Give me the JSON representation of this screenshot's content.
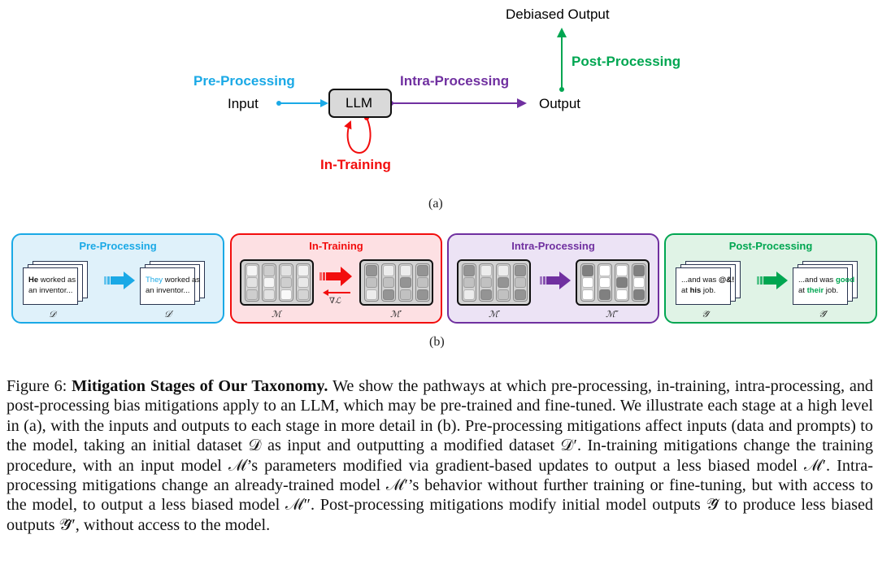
{
  "diagram_a": {
    "label": "(a)",
    "nodes": {
      "input": "Input",
      "llm": "LLM",
      "output": "Output",
      "debiased_output": "Debiased Output"
    },
    "stages": {
      "pre_processing": {
        "label": "Pre-Processing",
        "color": "#1aa9e6"
      },
      "in_training": {
        "label": "In-Training",
        "color": "#f20d0d"
      },
      "intra_processing": {
        "label": "Intra-Processing",
        "color": "#7030a0"
      },
      "post_processing": {
        "label": "Post-Processing",
        "color": "#00a651"
      }
    }
  },
  "diagram_b": {
    "label": "(b)",
    "panels": [
      {
        "title": "Pre-Processing",
        "title_color": "#1aa9e6",
        "bg": "#dff1fa",
        "border": "#1aa9e6",
        "input_doc": {
          "lead": "He",
          "rest_line1": " worked as",
          "line2": "an inventor..."
        },
        "output_doc": {
          "lead": "They",
          "rest_line1": " worked as",
          "line2": "an inventor..."
        },
        "input_symbol": "𝒟",
        "output_symbol": "𝒟′"
      },
      {
        "title": "In-Training",
        "title_color": "#f20d0d",
        "bg": "#fde0e3",
        "border": "#f20d0d",
        "input_symbol": "ℳ",
        "output_symbol": "ℳ′",
        "gradient_symbol": "∇ℒ",
        "input_matrix": [
          [
            0.95,
            0.75,
            0.85,
            0.93
          ],
          [
            0.85,
            0.95,
            0.75,
            0.88
          ],
          [
            0.75,
            0.85,
            0.97,
            0.78
          ]
        ],
        "output_matrix": [
          [
            0.45,
            0.9,
            0.9,
            0.45
          ],
          [
            0.68,
            0.68,
            0.45,
            0.68
          ],
          [
            0.9,
            0.45,
            0.68,
            0.45
          ]
        ]
      },
      {
        "title": "Intra-Processing",
        "title_color": "#7030a0",
        "bg": "#ece3f5",
        "border": "#7030a0",
        "input_symbol": "ℳ′",
        "output_symbol": "ℳ″",
        "input_matrix": [
          [
            0.45,
            0.9,
            0.9,
            0.45
          ],
          [
            0.68,
            0.68,
            0.45,
            0.68
          ],
          [
            0.9,
            0.45,
            0.68,
            0.45
          ]
        ],
        "output_matrix": [
          [
            0.35,
            1.0,
            1.0,
            0.35
          ],
          [
            1.0,
            1.0,
            0.35,
            1.0
          ],
          [
            1.0,
            0.35,
            1.0,
            0.35
          ]
        ]
      },
      {
        "title": "Post-Processing",
        "title_color": "#00a651",
        "bg": "#e0f3e6",
        "border": "#00a651",
        "input_doc": {
          "line1": "...and was ",
          "line1_bold": "@&!",
          "line2_pre": "at ",
          "line2_bold": "his",
          "line2_post": " job."
        },
        "output_doc": {
          "line1": "...and was ",
          "line1_bold": "good",
          "line2_pre": "at ",
          "line2_bold": "their",
          "line2_post": " job."
        },
        "input_symbol": "𝒴̂",
        "output_symbol": "𝒴̂′"
      }
    ]
  },
  "caption": {
    "figure_label": "Figure 6:",
    "title": "Mitigation Stages of Our Taxonomy.",
    "body": "We show the pathways at which pre-processing, in-training, intra-processing, and post-processing bias mitigations apply to an LLM, which may be pre-trained and fine-tuned. We illustrate each stage at a high level in (a), with the inputs and outputs to each stage in more detail in (b). Pre-processing mitigations affect inputs (data and prompts) to the model, taking an initial dataset 𝒟 as input and outputting a modified dataset 𝒟′. In-training mitigations change the training procedure, with an input model ℳ’s parameters modified via gradient-based updates to output a less biased model ℳ′. Intra-processing mitigations change an already-trained model ℳ′’s behavior without further training or fine-tuning, but with access to the model, to output a less biased model ℳ″. Post-processing mitigations modify initial model outputs 𝒴̂ to produce less biased outputs 𝒴̂′, without access to the model."
  }
}
